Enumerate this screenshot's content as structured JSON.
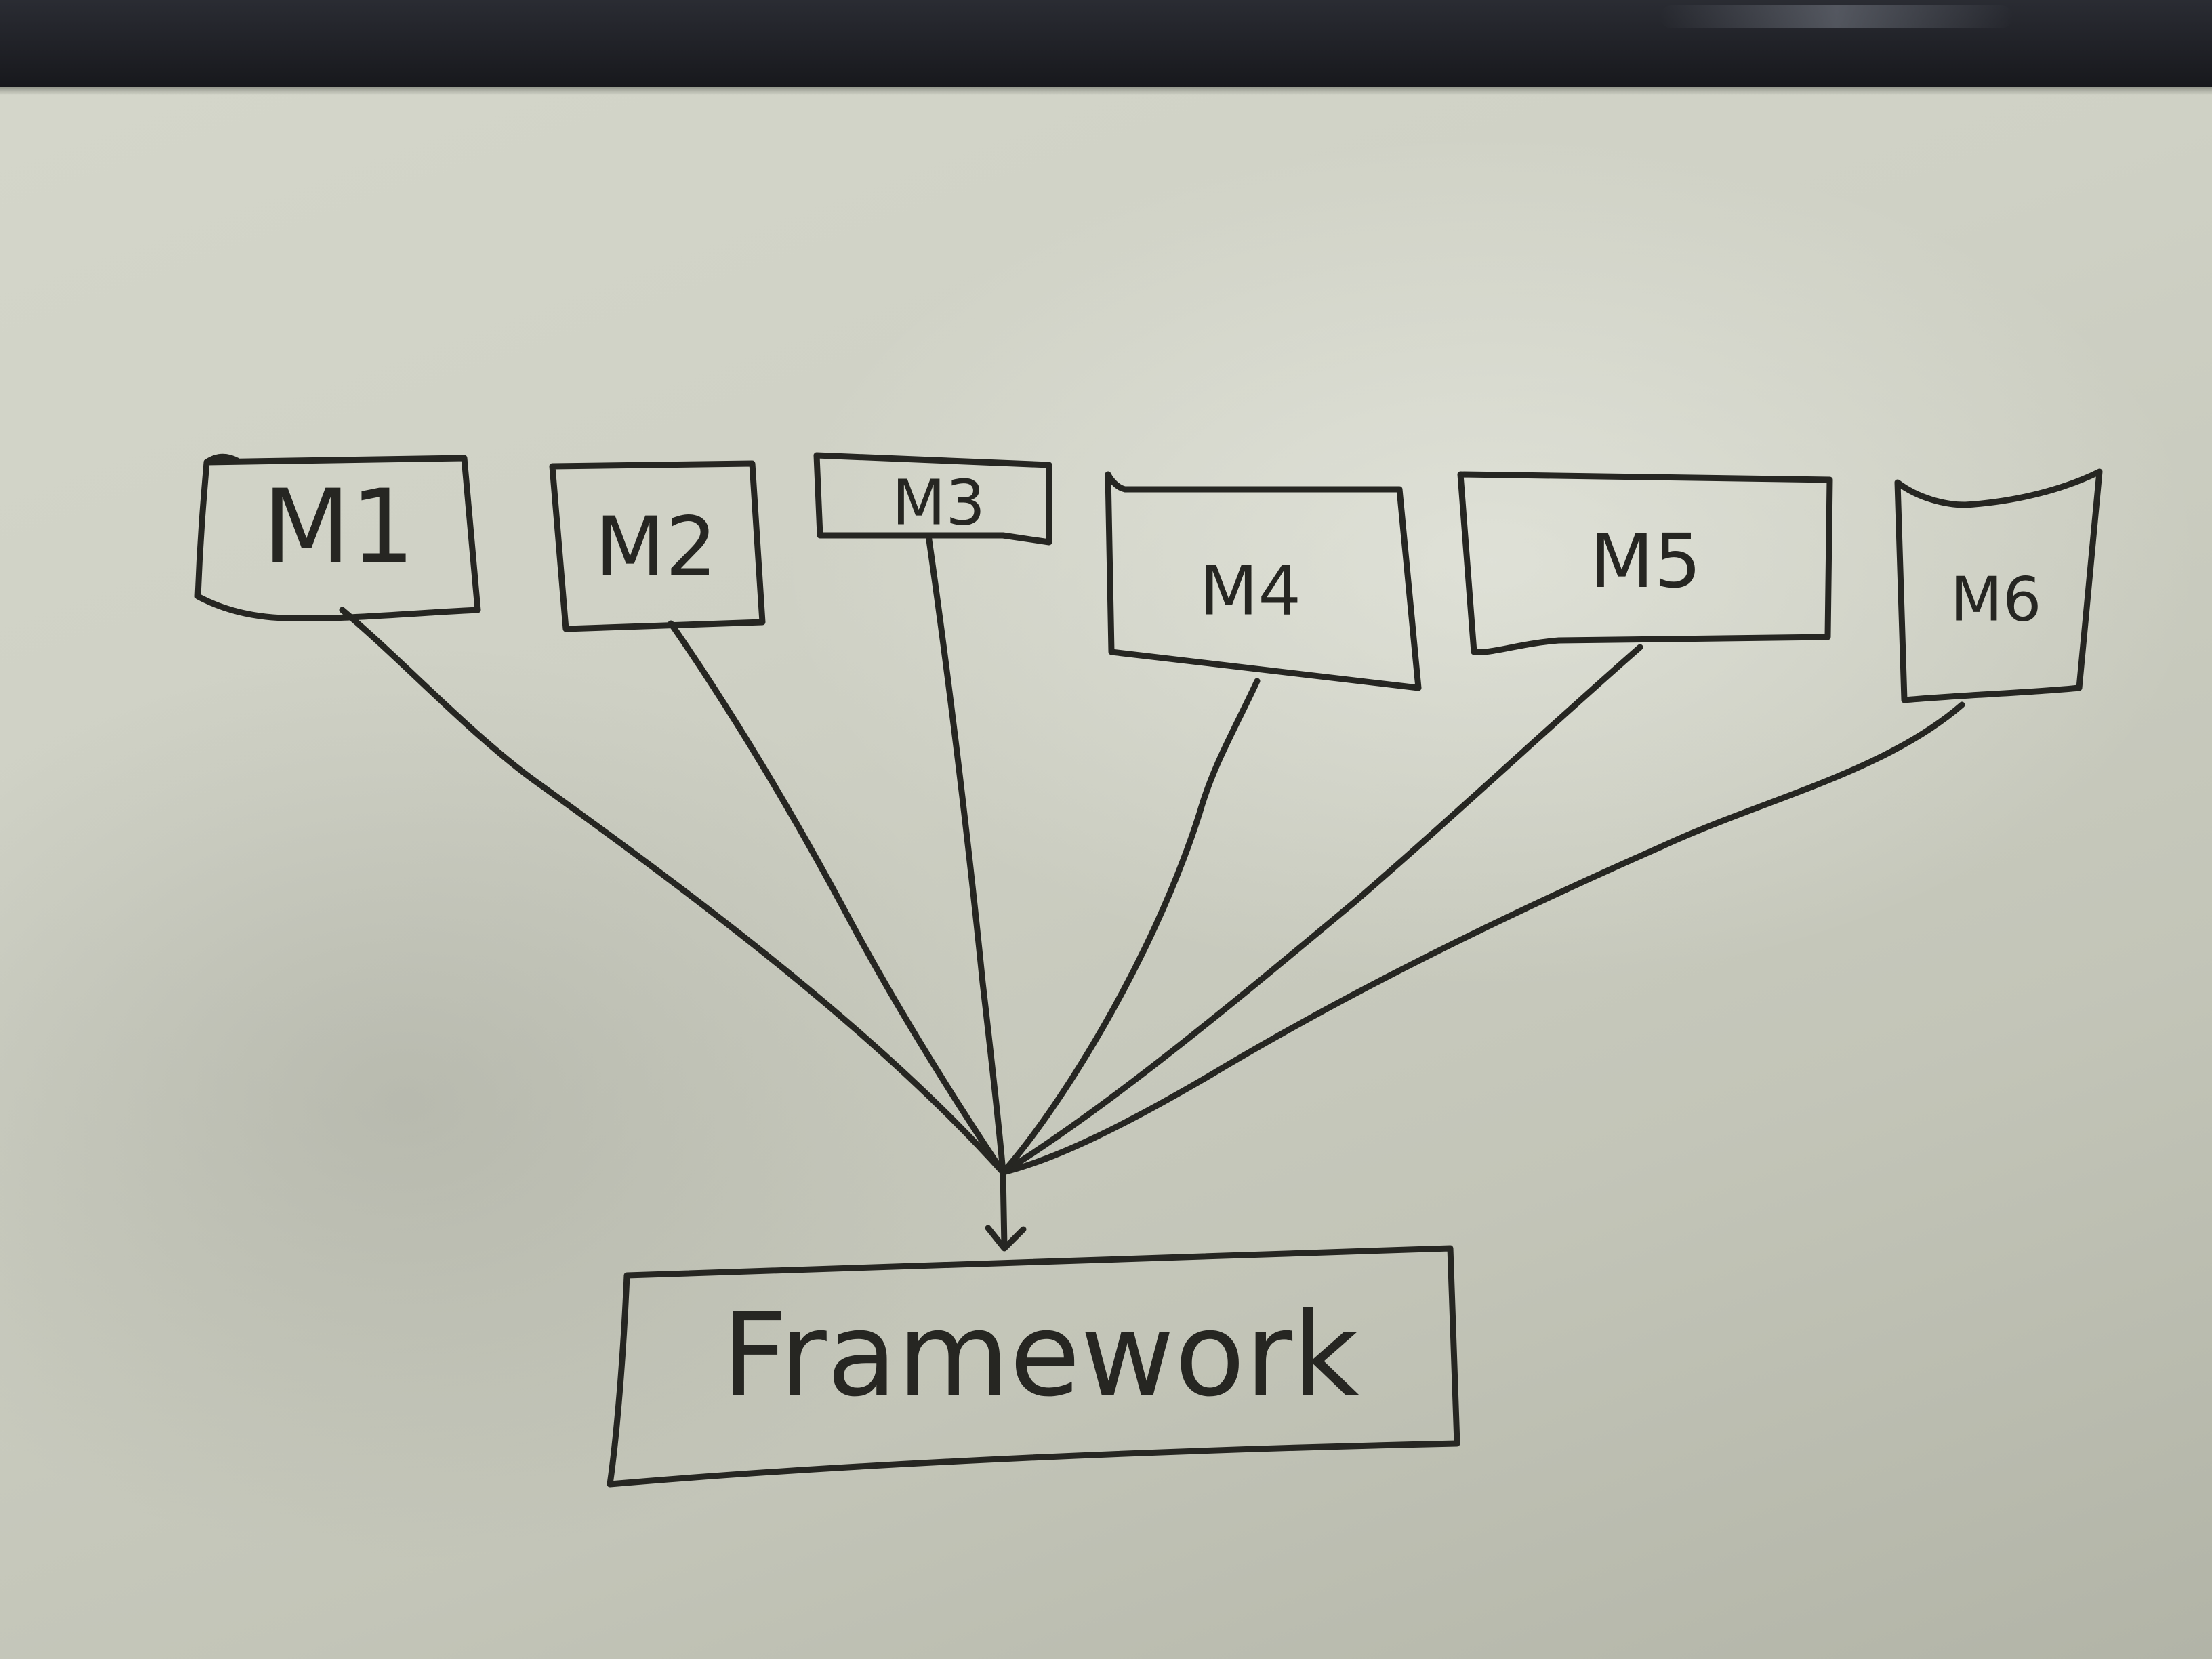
{
  "modules": [
    {
      "id": "m1",
      "label": "M1"
    },
    {
      "id": "m2",
      "label": "M2"
    },
    {
      "id": "m3",
      "label": "M3"
    },
    {
      "id": "m4",
      "label": "M4"
    },
    {
      "id": "m5",
      "label": "M5"
    },
    {
      "id": "m6",
      "label": "M6"
    }
  ],
  "target": {
    "label": "Framework"
  },
  "edges": [
    {
      "from": "m1",
      "to": "framework"
    },
    {
      "from": "m2",
      "to": "framework"
    },
    {
      "from": "m3",
      "to": "framework"
    },
    {
      "from": "m4",
      "to": "framework"
    },
    {
      "from": "m5",
      "to": "framework"
    },
    {
      "from": "m6",
      "to": "framework"
    }
  ],
  "colors": {
    "ink": "#262622",
    "whiteboard": "#cfd1c5",
    "frame": "#1c1d22"
  }
}
